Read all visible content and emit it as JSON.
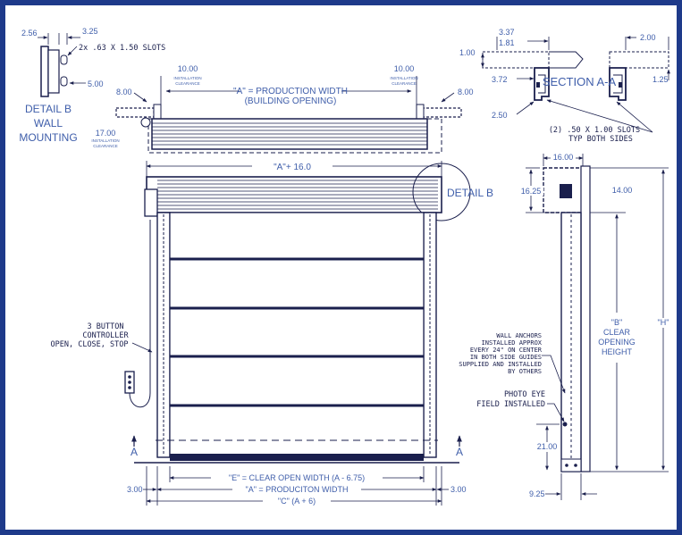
{
  "colors": {
    "frame": "#1e3a8a",
    "line": "#1a1f4d",
    "label_blue": "#3f5eaa",
    "background": "#ffffff"
  },
  "detail_b_wall": {
    "title_line1": "DETAIL B",
    "title_line2": "WALL",
    "title_line3": "MOUNTING",
    "dim_2_56": "2.56",
    "dim_3_25": "3.25",
    "dim_5_00": "5.00",
    "slots_note": "2x .63 X 1.50 SLOTS"
  },
  "top_view": {
    "left_clearance": "10.00",
    "right_clearance": "10.00",
    "clearance_label_1": "INSTALLATION",
    "clearance_label_2": "CLEARANCE",
    "production_width_line1": "\"A\" = PRODUCTION WIDTH",
    "production_width_line2": "(BUILDING OPENING)",
    "left_dim": "8.00",
    "right_dim": "8.00",
    "left_lower_dim": "17.00"
  },
  "section_aa": {
    "title": "SECTION A-A",
    "dim_3_37": "3.37",
    "dim_1_81": "1.81",
    "dim_1_00": "1.00",
    "dim_3_72": "3.72",
    "dim_2_50": "2.50",
    "dim_2_00": "2.00",
    "dim_1_25": "1.25",
    "slots_line1": "(2) .50 X 1.00 SLOTS",
    "slots_line2": "TYP BOTH SIDES"
  },
  "front_view": {
    "overall_width": "\"A\"+ 16.0",
    "detail_b_callout": "DETAIL B",
    "controller_line1": "3 BUTTON",
    "controller_line2": "CONTROLLER",
    "controller_line3": "OPEN, CLOSE, STOP",
    "section_mark": "A",
    "clear_open_width": "\"E\" = CLEAR OPEN WIDTH (A - 6.75)",
    "production_width": "\"A\" = PRODUCITON WIDTH",
    "overall_c": "\"C\" (A + 6)",
    "left_side_dim": "3.00",
    "right_side_dim": "3.00"
  },
  "side_view": {
    "dim_16_00": "16.00",
    "dim_16_25": "16.25",
    "dim_14_00": "14.00",
    "dim_21_00": "21.00",
    "dim_9_25": "9.25",
    "anchors_line1": "WALL ANCHORS",
    "anchors_line2": "INSTALLED APPROX",
    "anchors_line3": "EVERY 24\" ON CENTER",
    "anchors_line4": "IN BOTH SIDE GUIDES",
    "anchors_line5": "SUPPLIED AND INSTALLED",
    "anchors_line6": "BY OTHERS",
    "photo_eye_line1": "PHOTO EYE",
    "photo_eye_line2": "FIELD INSTALLED",
    "b_label": "\"B\"",
    "b_line1": "CLEAR",
    "b_line2": "OPENING",
    "b_line3": "HEIGHT",
    "h_label": "\"H\""
  }
}
